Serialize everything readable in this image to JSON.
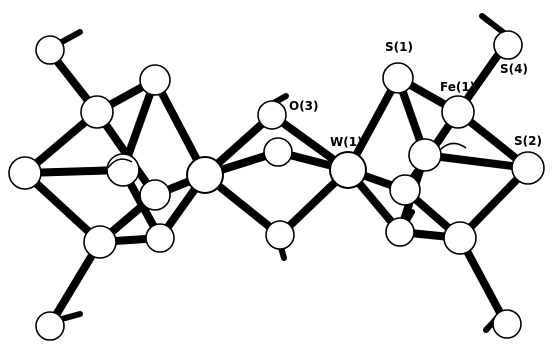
{
  "labels": {
    "o3": "O(3)",
    "w1": "W(1)",
    "s1": "S(1)",
    "fe1": "Fe(1)",
    "s4": "S(4)",
    "s2": "S(2)"
  }
}
